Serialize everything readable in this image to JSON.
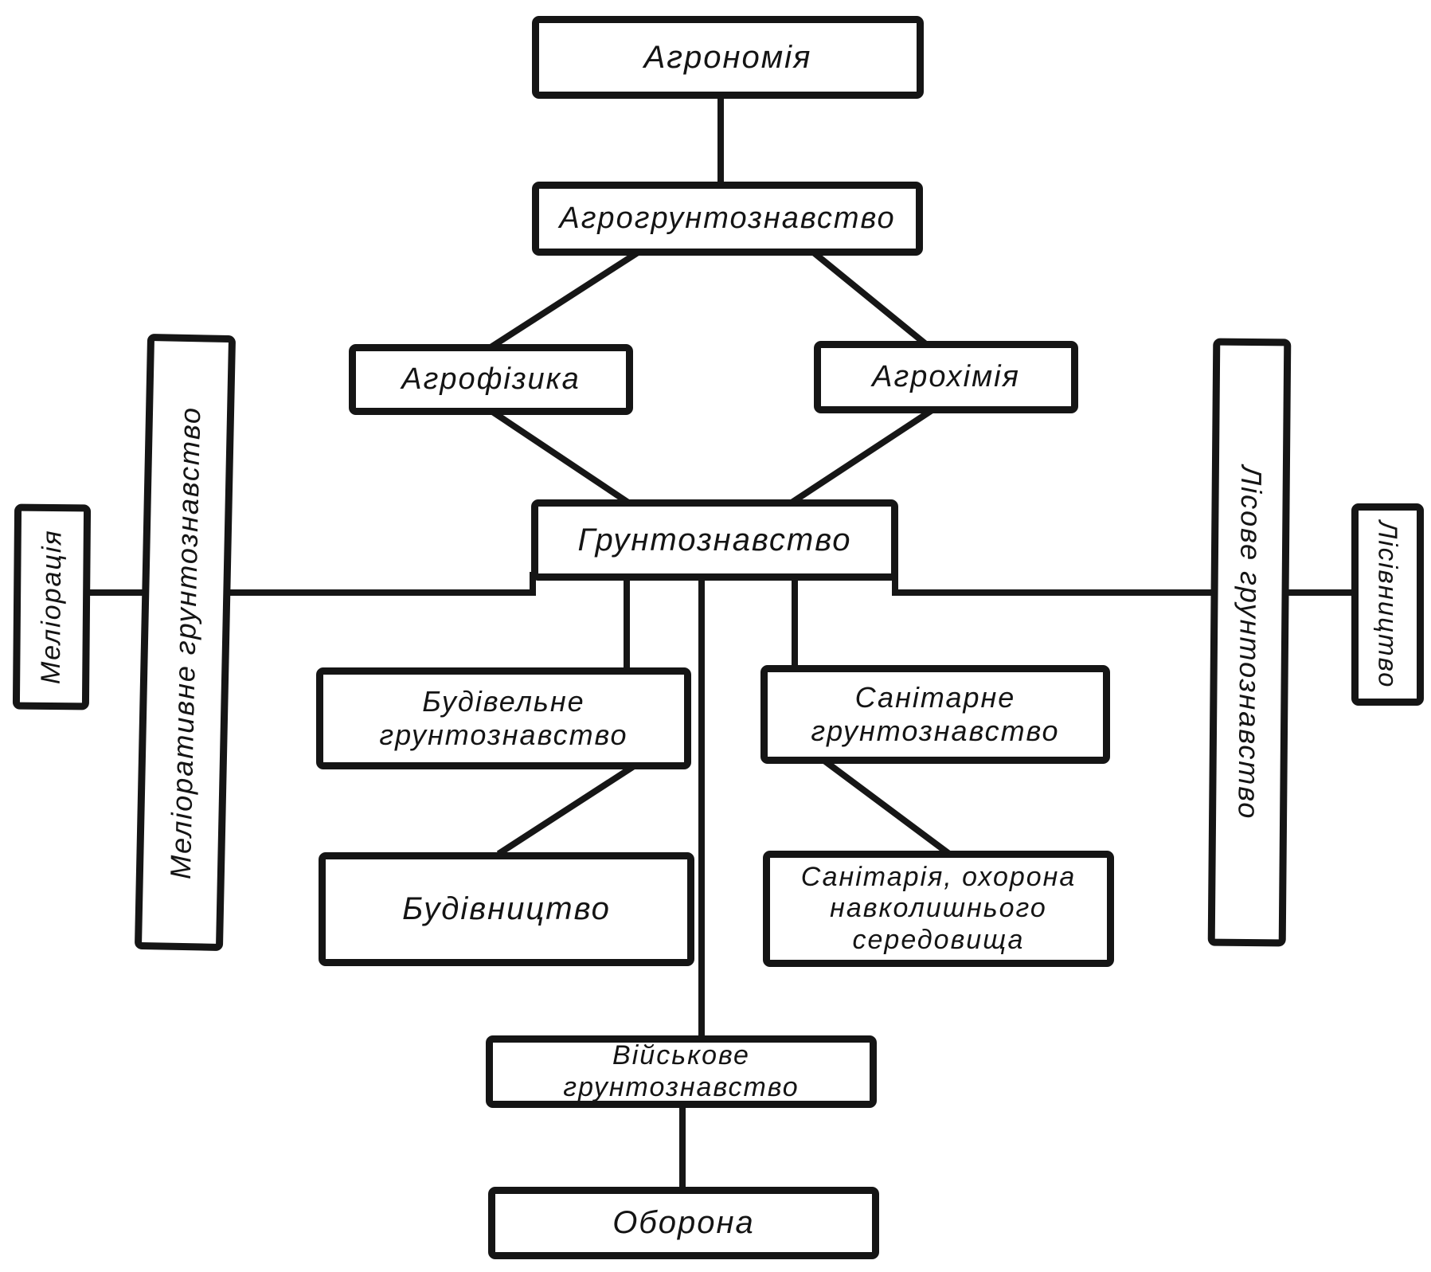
{
  "figure": {
    "background": "#ffffff",
    "ink": "#151515",
    "language": "uk"
  },
  "nodes": {
    "agronomy": {
      "label": "Агрономія"
    },
    "agro_soil_science": {
      "label": "Агрогрунтознавство"
    },
    "agrophysics": {
      "label": "Агрофізика"
    },
    "agrochemistry": {
      "label": "Агрохімія"
    },
    "soil_science": {
      "label": "Грунтознавство"
    },
    "meliorative_soil_science": {
      "label": "Меліоративне грунтознавство"
    },
    "melioration": {
      "label": "Меліорація"
    },
    "forest_soil_science": {
      "label": "Лісове грунтознавство"
    },
    "forestry": {
      "label": "Лісівництво"
    },
    "construction_soil_science": {
      "label": "Будівельне\nгрунтознавство"
    },
    "construction": {
      "label": "Будівництво"
    },
    "sanitary_soil_science": {
      "label": "Санітарне\nгрунтознавство"
    },
    "sanitation": {
      "label": "Санітарія, охорона\nнавколишнього\nсередовища"
    },
    "military_soil_science": {
      "label": "Військове грунтознавство"
    },
    "defense": {
      "label": "Оборона"
    }
  },
  "edges": [
    {
      "from": "agronomy",
      "to": "agro_soil_science"
    },
    {
      "from": "agro_soil_science",
      "to": "agrophysics"
    },
    {
      "from": "agro_soil_science",
      "to": "agrochemistry"
    },
    {
      "from": "agrophysics",
      "to": "soil_science"
    },
    {
      "from": "agrochemistry",
      "to": "soil_science"
    },
    {
      "from": "soil_science",
      "to": "meliorative_soil_science"
    },
    {
      "from": "meliorative_soil_science",
      "to": "melioration"
    },
    {
      "from": "soil_science",
      "to": "forest_soil_science"
    },
    {
      "from": "forest_soil_science",
      "to": "forestry"
    },
    {
      "from": "soil_science",
      "to": "construction_soil_science"
    },
    {
      "from": "construction_soil_science",
      "to": "construction"
    },
    {
      "from": "soil_science",
      "to": "sanitary_soil_science"
    },
    {
      "from": "sanitary_soil_science",
      "to": "sanitation"
    },
    {
      "from": "soil_science",
      "to": "military_soil_science"
    },
    {
      "from": "military_soil_science",
      "to": "defense"
    }
  ]
}
